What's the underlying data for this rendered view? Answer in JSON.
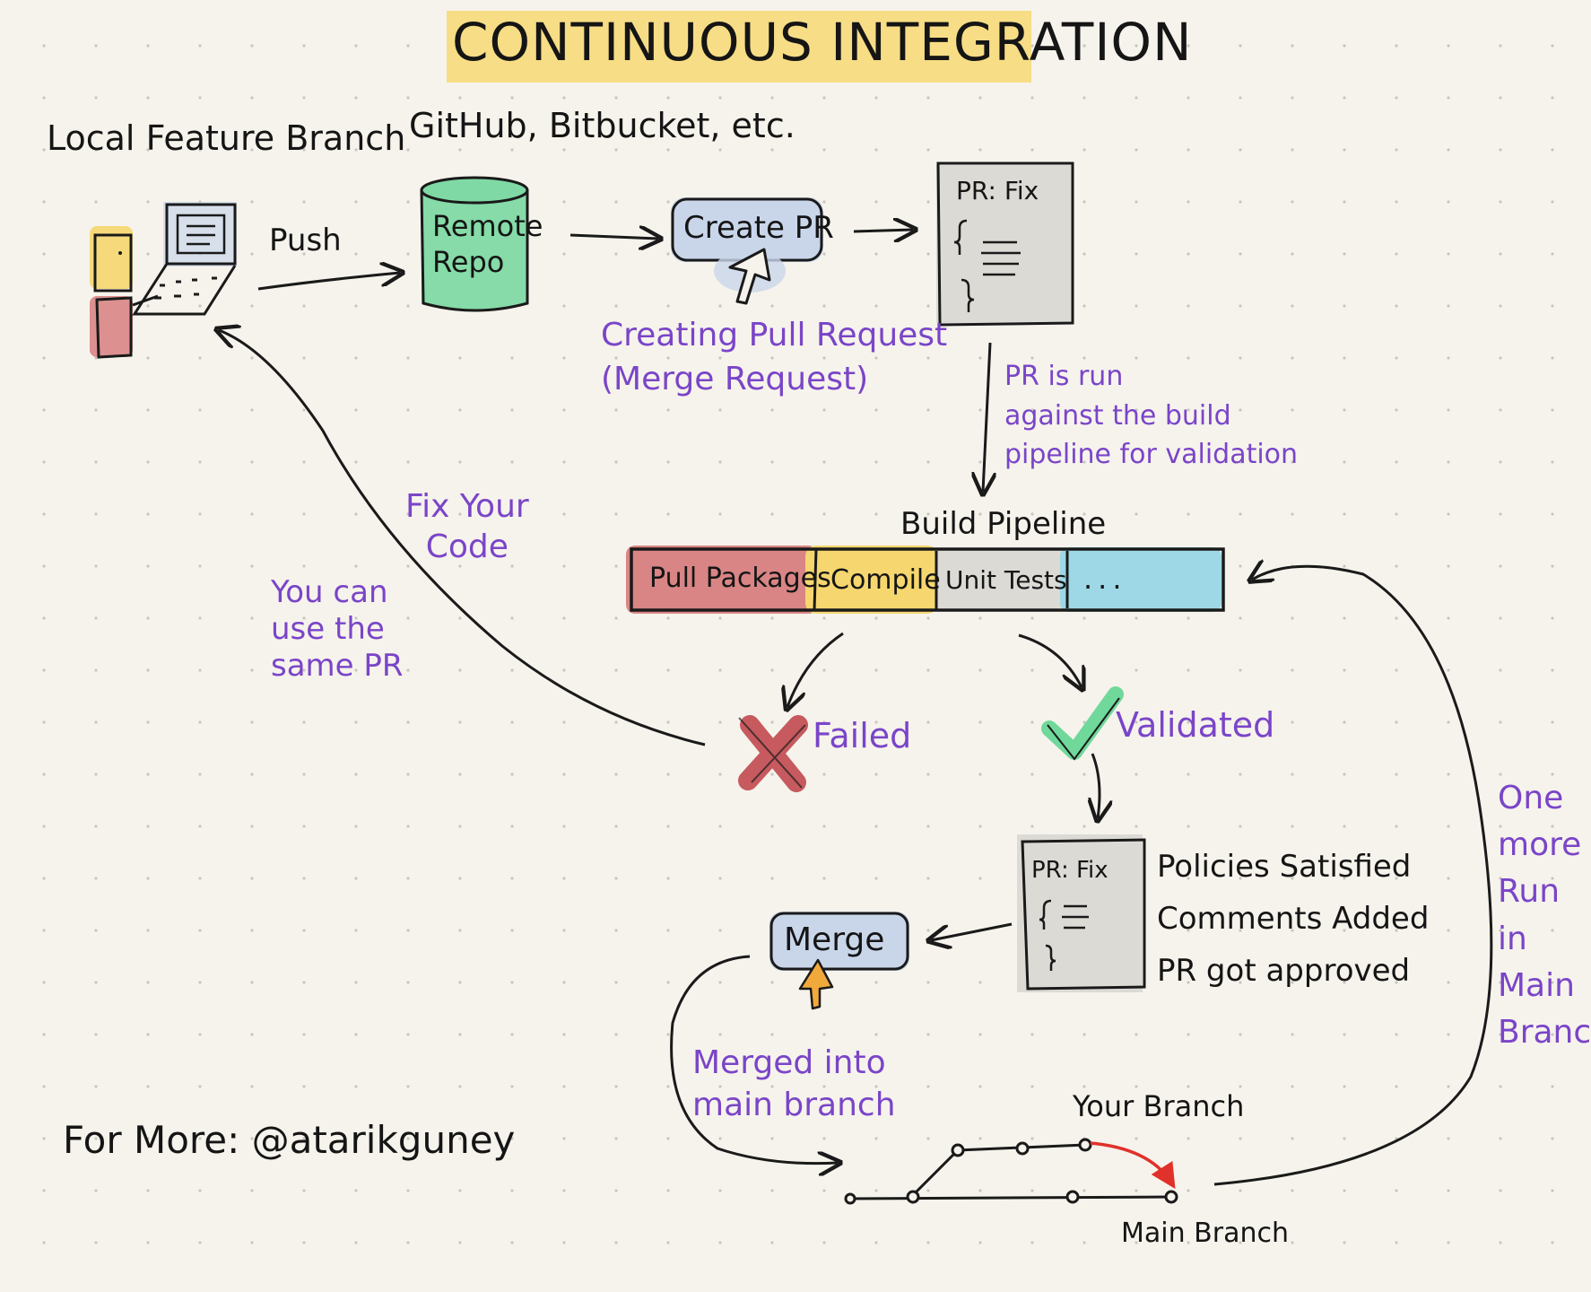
{
  "title": "CONTINUOUS INTEGRATION",
  "labels": {
    "local_branch": "Local Feature Branch",
    "hosting": "GitHub, Bitbucket, etc.",
    "push": "Push",
    "remote_repo": "Remote\nRepo",
    "create_pr": "Create PR",
    "creating_pr": "Creating Pull Request\n(Merge Request)",
    "pr_doc_title": "PR: Fix",
    "pr_run": "PR is run\nagainst the build\npipeline for validation",
    "build_pipeline": "Build Pipeline",
    "fix_code": "Fix Your\nCode",
    "same_pr": "You can\nuse the\nsame PR",
    "failed": "Failed",
    "validated": "Validated",
    "pr_doc2_title": "PR: Fix",
    "policies": "Policies Satisfied\nComments Added\nPR got approved",
    "merge": "Merge",
    "merged_into": "Merged into\nmain branch",
    "your_branch": "Your Branch",
    "main_branch": "Main Branch",
    "one_more_run": "One\nmore\nRun\nin\nMain\nBranch",
    "for_more": "For More: @atarikguney"
  },
  "pipeline_stages": [
    "Pull Packages",
    "Compile",
    "Unit Tests",
    "..."
  ],
  "colors": {
    "title_highlight": "#f7da7a",
    "repo_green": "#7fd9a4",
    "create_pr_blue": "#c9d6ea",
    "stage_red": "#d98585",
    "stage_yellow": "#f6d66e",
    "stage_gray": "#dcdad5",
    "stage_cyan": "#9ed8e6",
    "failed_red": "#c65a5e",
    "validated_green": "#6fd89a",
    "cursor_orange": "#f2a93b",
    "annotation_purple": "#7a45c8",
    "branch_arrow_red": "#e0312a"
  },
  "icons": [
    "laptop-icon",
    "person-icon",
    "database-icon",
    "cursor-icon",
    "document-icon",
    "cross-icon",
    "checkmark-icon"
  ]
}
